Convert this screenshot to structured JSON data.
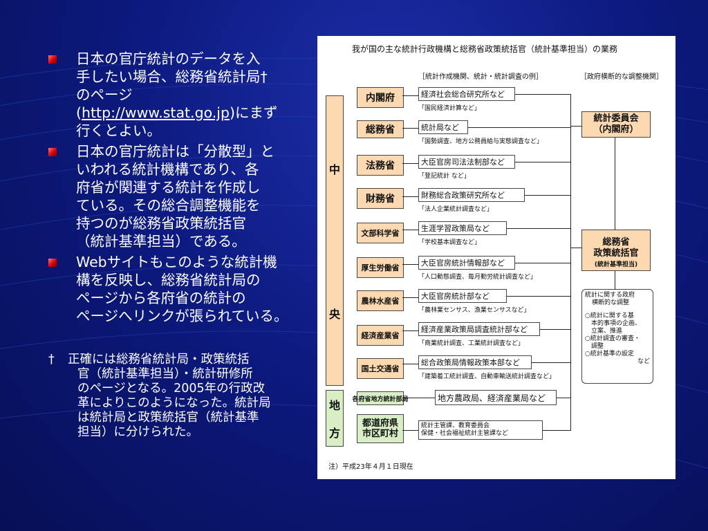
{
  "slide": {
    "bullets": [
      [
        "日本の官庁統計のデータを入",
        "手したい場合、総務省統計局†",
        "のページ",
        "(http://www.stat.go.jp)にまず",
        "行くとよい。"
      ],
      [
        "日本の官庁統計は「分散型」と",
        "いわれる統計機構であり、各",
        "府省が関連する統計を作成し",
        "ている。その総合調整機能を",
        "持つのが総務省政策統括官",
        "（統計基準担当）である。"
      ],
      [
        "Webサイトもこのような統計機",
        "構を反映し、総務省統計局の",
        "ページから各府省の統計の",
        "ページへリンクが張られている。"
      ]
    ],
    "link_text": "http://www.stat.go.jp",
    "note": {
      "dagger": "†",
      "lines": [
        "正確には総務省統計局・政策統括",
        "官（統計基準担当）・統計研修所",
        "のページとなる。2005年の行政改",
        "革によりこのようになった。統計局",
        "は統計局と政策統括官（統計基準",
        "担当）に分けられた。"
      ]
    }
  },
  "figure": {
    "title": "我が国の主な統計行政機構と総務省政策統括官（統計基準担当）の業務",
    "header_left": "［統計作成機関、統計・統計調査の例］",
    "header_right": "［政府横断的な調整機関］",
    "region_central": [
      "中",
      "央"
    ],
    "region_local": [
      "地",
      "方"
    ],
    "ministries": [
      {
        "name": "内閣府",
        "org": "経済社会総合研究所など",
        "survey": "「国民経済計算など」"
      },
      {
        "name": "総務省",
        "org": "統計局など",
        "survey": "「国勢調査、地方公務員給与実態調査など」"
      },
      {
        "name": "法務省",
        "org": "大臣官房司法法制部など",
        "survey": "「登記統計 など」"
      },
      {
        "name": "財務省",
        "org": "財務総合政策研究所など",
        "survey": "「法人企業統計調査など」"
      },
      {
        "name": "文部科学省",
        "org": "生涯学習政策局など",
        "survey": "「学校基本調査など」"
      },
      {
        "name": "厚生労働省",
        "org": "大臣官房統計情報部など",
        "survey": "「人口動態調査、毎月勤労統計調査など」"
      },
      {
        "name": "農林水産省",
        "org": "大臣官房統計部など",
        "survey": "「農林業センサス、漁業センサスなど」"
      },
      {
        "name": "経済産業省",
        "org": "経済産業政策局調査統計部など",
        "survey": "「商業統計調査、工業統計調査など」"
      },
      {
        "name": "国土交通省",
        "org": "総合政策局情報政策本部など",
        "survey": "「建築着工統計調査、自動車輸送統計調査など」"
      }
    ],
    "local": [
      {
        "name": "各府省地方統計部局",
        "org": "地方農政局、経済産業局など"
      },
      {
        "name": "都道府県 市区町村",
        "org_lines": [
          "統計主管課、教育委員会",
          "保健・社会福祉統計主管課など"
        ]
      }
    ],
    "committee": [
      "統計委員会",
      "（内閣府）"
    ],
    "policy": [
      "総務省",
      "政策統括官",
      "(統計基準担当)"
    ],
    "functions": [
      "統計に関する政府",
      "横断的な調整",
      "○統計に関する基",
      "　本的事項の企画、",
      "　立案、推進",
      "○統計調査の審査・",
      "　調整",
      "○統計基準の設定",
      "など"
    ],
    "footnote": "注）平成23年４月１日現在"
  }
}
